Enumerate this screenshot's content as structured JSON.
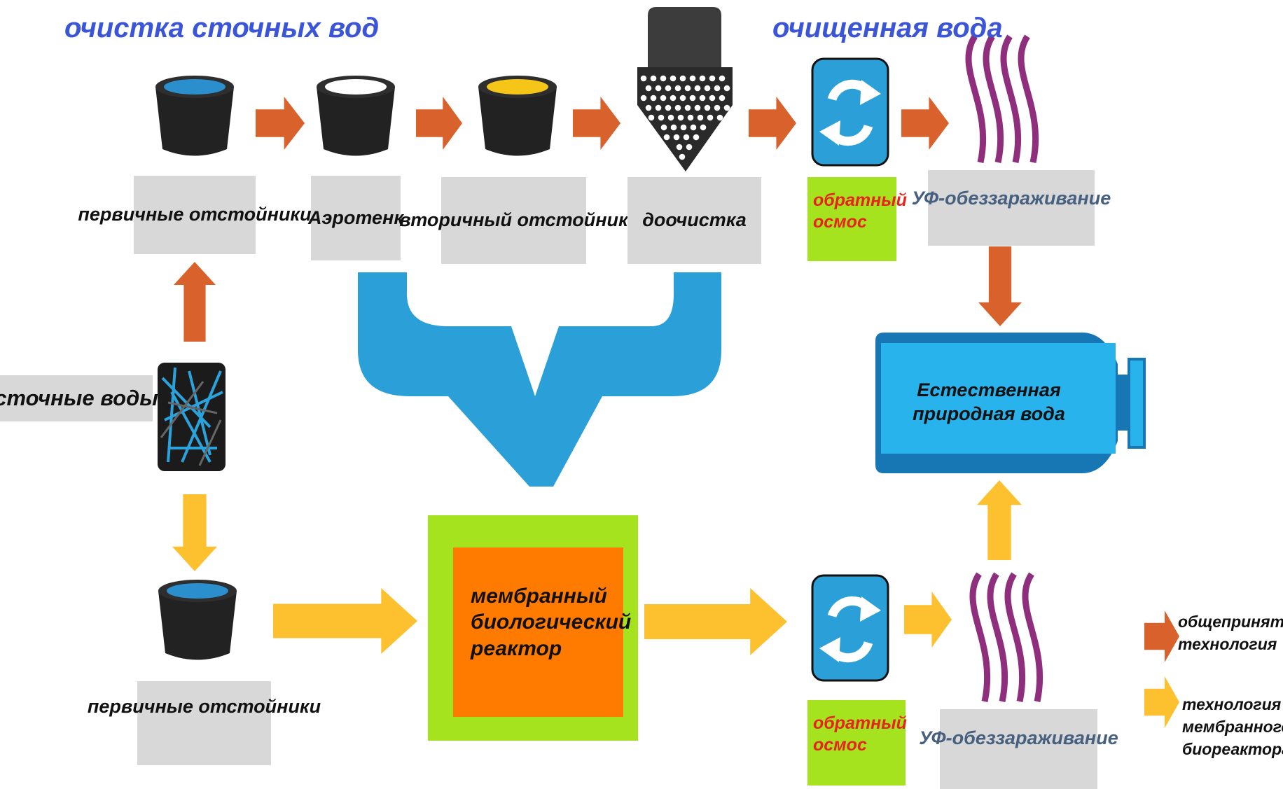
{
  "titles": {
    "left": "очистка сточных вод",
    "right": "очищенная вода"
  },
  "source": {
    "label": "сточные воды"
  },
  "top_row": {
    "primary_settlers": "первичные отстойники",
    "aerotank": "Аэротенк",
    "secondary_settler": "вторичный отстойник",
    "post_treatment": "доочистка",
    "reverse_osmosis": "обратный осмос",
    "uv_disinfection": "УФ-обеззараживание"
  },
  "bottom_row": {
    "primary_settlers": "первичные отстойники",
    "mbr": "мембранный биологический реактор",
    "reverse_osmosis": "обратный осмос",
    "uv_disinfection": "УФ-обеззараживание"
  },
  "destination": {
    "label": "Естественная природная вода"
  },
  "legend": [
    {
      "label": "общепринятая технология",
      "color": "#d9622c"
    },
    {
      "label": "технология мембранного биореактора",
      "color": "#fdc02f"
    }
  ],
  "colors": {
    "conventional_arrow": "#d9622c",
    "mbr_arrow": "#fdc02f",
    "title_blue": "#3b55d8",
    "pipe_blue": "#2a9fd8",
    "vessel_blue": "#29b3ec",
    "vessel_cap": "#1777b5",
    "osmosis_box": "#a5e31f",
    "osmosis_text": "#e8231c",
    "mbr_outer": "#a5e31f",
    "mbr_inner": "#ff7b00",
    "uv_waves": "#8e2e7d",
    "label_bg": "#d8d8d8"
  }
}
